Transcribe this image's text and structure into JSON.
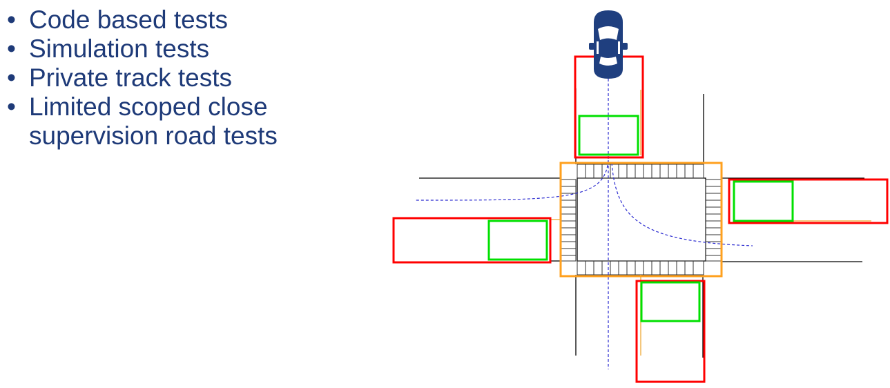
{
  "bullets": [
    {
      "text": "Code based tests"
    },
    {
      "text": "Simulation tests"
    },
    {
      "text": "Private track tests"
    },
    {
      "text": "Limited scoped close supervision road tests"
    }
  ],
  "bullet_marker": "•",
  "colors": {
    "text": "#1e3a78",
    "car": "#1f3f7f",
    "road_line": "#000000",
    "crosswalk": "#444444",
    "path": "#2a2ad0",
    "zone_red": "#ff0000",
    "zone_green": "#00e000",
    "zone_orange": "#ffa01e",
    "approach_line": "#f0b450"
  },
  "icons": {
    "car": "car-icon"
  }
}
